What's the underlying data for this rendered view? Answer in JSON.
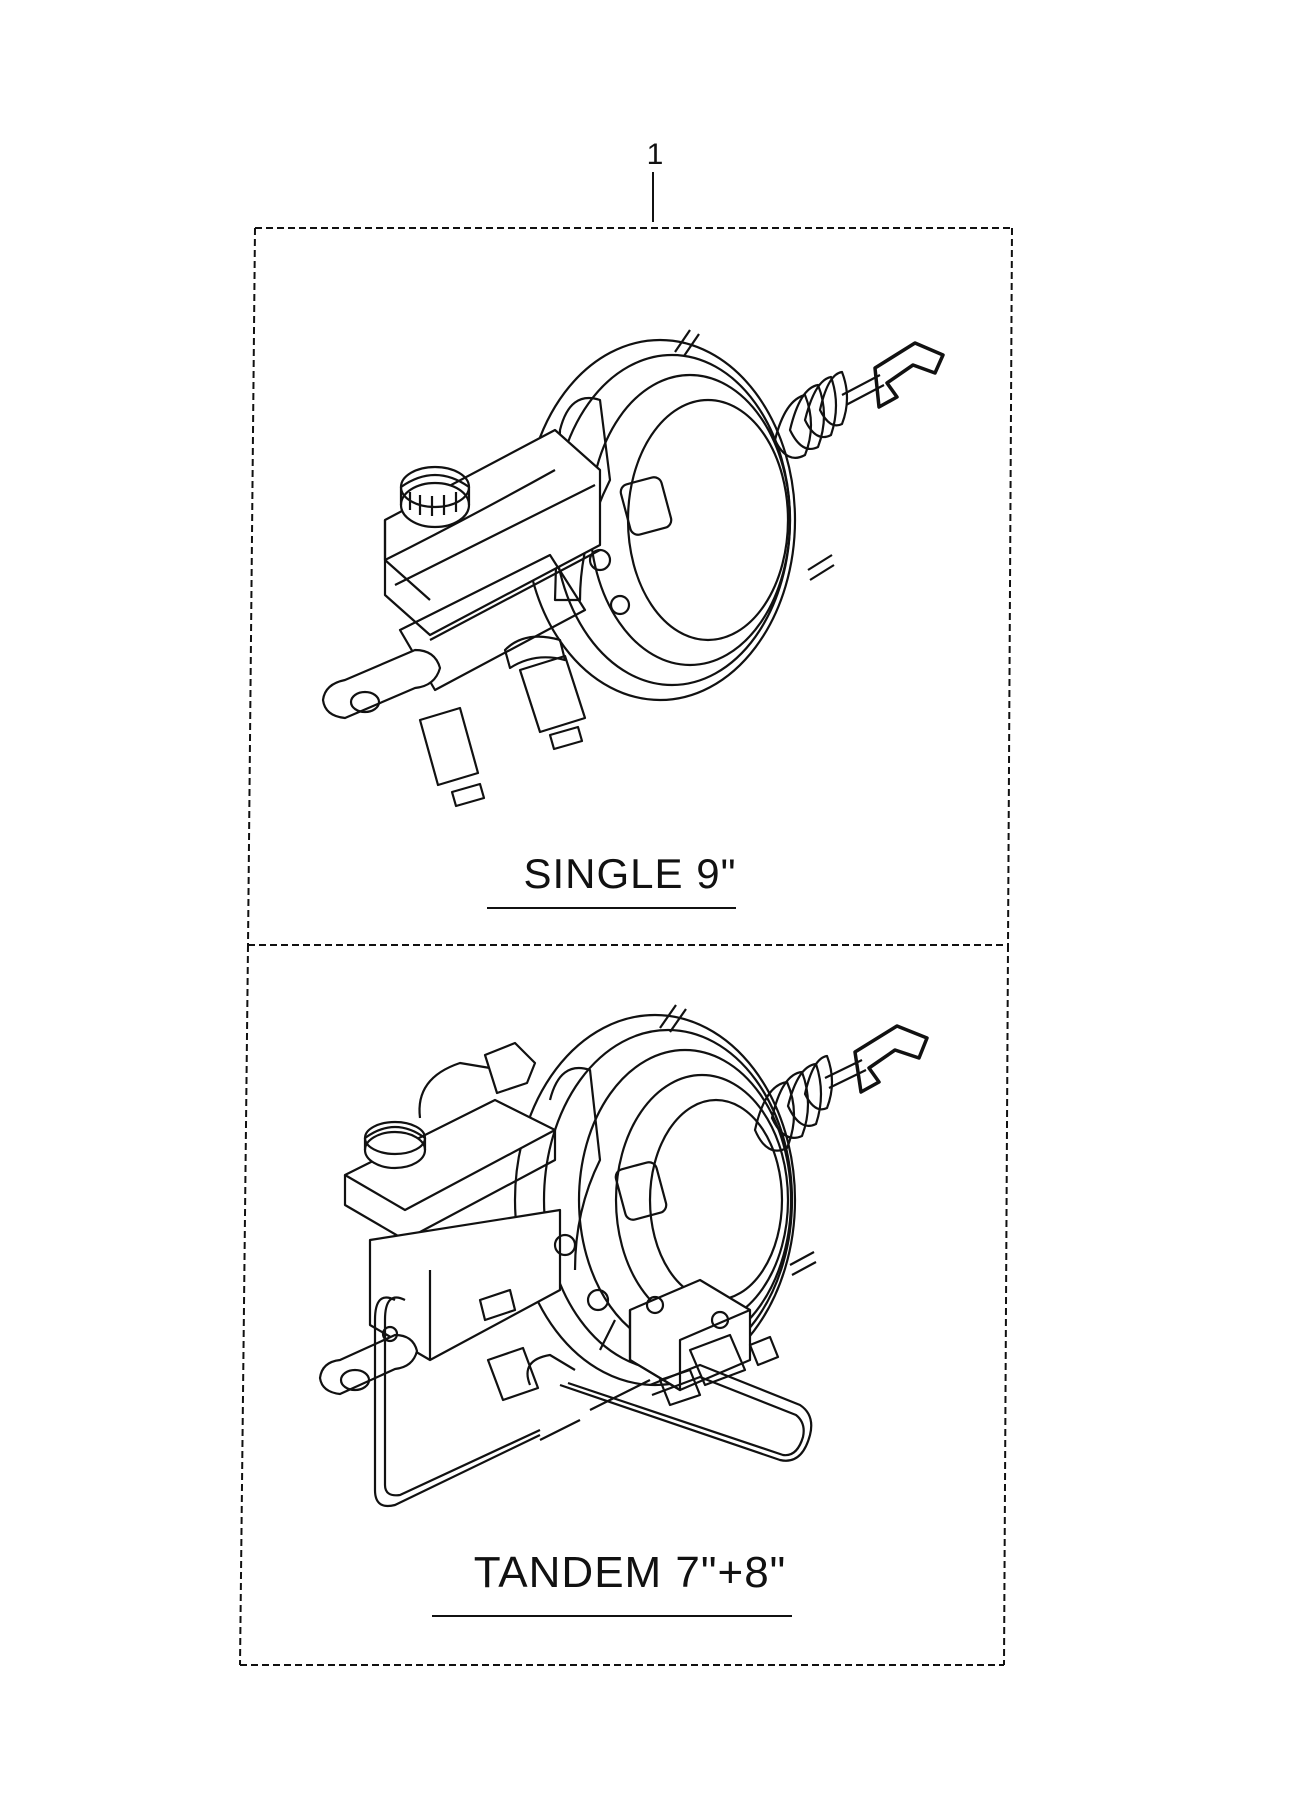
{
  "callout_number": "1",
  "panels": [
    {
      "id": "single",
      "caption": "SINGLE 9\""
    },
    {
      "id": "tandem",
      "caption": "TANDEM 7\"+8\""
    }
  ],
  "colors": {
    "line": "#111111",
    "background": "#ffffff"
  }
}
